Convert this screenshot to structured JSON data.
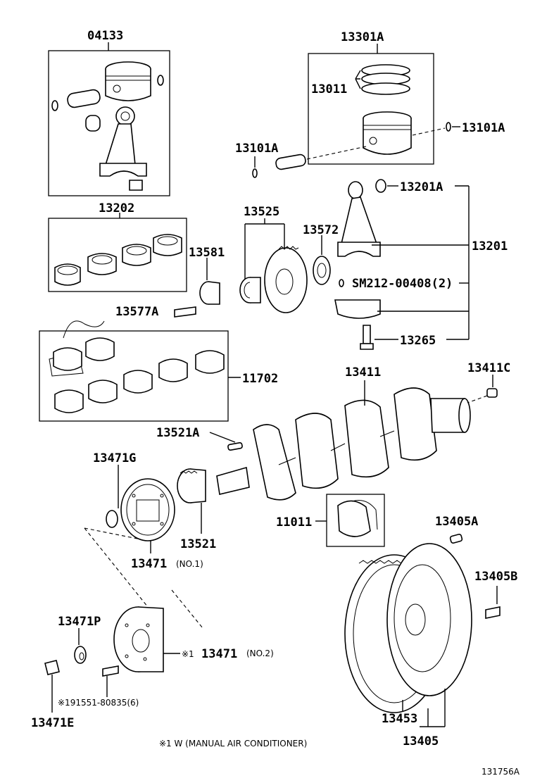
{
  "labels": {
    "p04133": "04133",
    "p13301A": "13301A",
    "p13011": "13011",
    "p13101A_r": "13101A",
    "p13101A_l": "13101A",
    "p13201A": "13201A",
    "p13202": "13202",
    "p13525": "13525",
    "p13572": "13572",
    "p13581": "13581",
    "p13201": "13201",
    "pSM212": "SM212-00408(2)",
    "p13577A": "13577A",
    "p13265": "13265",
    "p11702": "11702",
    "p13411": "13411",
    "p13411C": "13411C",
    "p13521A": "13521A",
    "p13471G": "13471G",
    "p11011": "11011",
    "p13405A": "13405A",
    "p13521": "13521",
    "p13471_no1": "13471",
    "p13471_no1_sub": "(NO.1)",
    "p13405B": "13405B",
    "p13471P": "13471P",
    "p13471_no2_mark": "※1",
    "p13471_no2": "13471",
    "p13471_no2_sub": "(NO.2)",
    "p91551": "※191551-80835(6)",
    "p13453": "13453",
    "p13471E": "13471E",
    "p13405": "13405"
  },
  "footnote": "※1 W (MANUAL AIR CONDITIONER)",
  "figure_id": "131756A"
}
